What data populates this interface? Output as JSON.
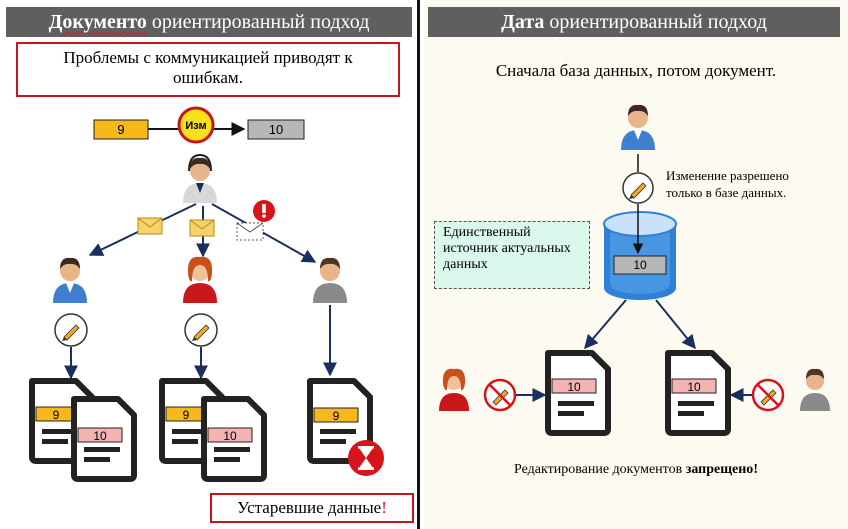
{
  "left": {
    "title_bold": "Документо",
    "title_rest": " ориентированный подход",
    "problem_line1": "Проблемы с коммуникацией приводят к",
    "problem_line2": "ошибкам.",
    "old_version": "9",
    "change_label": "Изм",
    "new_version": "10",
    "doc_values": [
      "9",
      "10",
      "9",
      "10",
      "9"
    ],
    "outdated_label": "Устаревшие данные",
    "outdated_mark": "!"
  },
  "right": {
    "title_bold": "Дата",
    "title_rest": " ориентированный подход",
    "subtitle": "Сначала база данных, потом документ.",
    "edit_note_line1": "Изменение  разрешено",
    "edit_note_line2": "только  в базе данных.",
    "source_line1": "Единственный",
    "source_line2": "источник актуальных",
    "source_line3": "данных",
    "db_value": "10",
    "doc_values": [
      "10",
      "10"
    ],
    "forbidden_text": "Редактирование документов ",
    "forbidden_bold": "запрещено",
    "forbidden_mark": "!"
  },
  "colors": {
    "header_bg": "#5f5f5f",
    "accent_red": "#c4161c",
    "value_orange": "#f7b81c",
    "value_pink": "#f4b3b3",
    "value_grey": "#b7b7b7",
    "arrow_navy": "#1a2f5f",
    "db_blue": "#2f7fd6",
    "source_bg": "#d9f7ea"
  },
  "icons": [
    "envelope-icon",
    "alert-icon",
    "pencil-icon",
    "no-edit-icon",
    "hourglass-icon",
    "database-icon",
    "person-icon",
    "document-icon"
  ]
}
